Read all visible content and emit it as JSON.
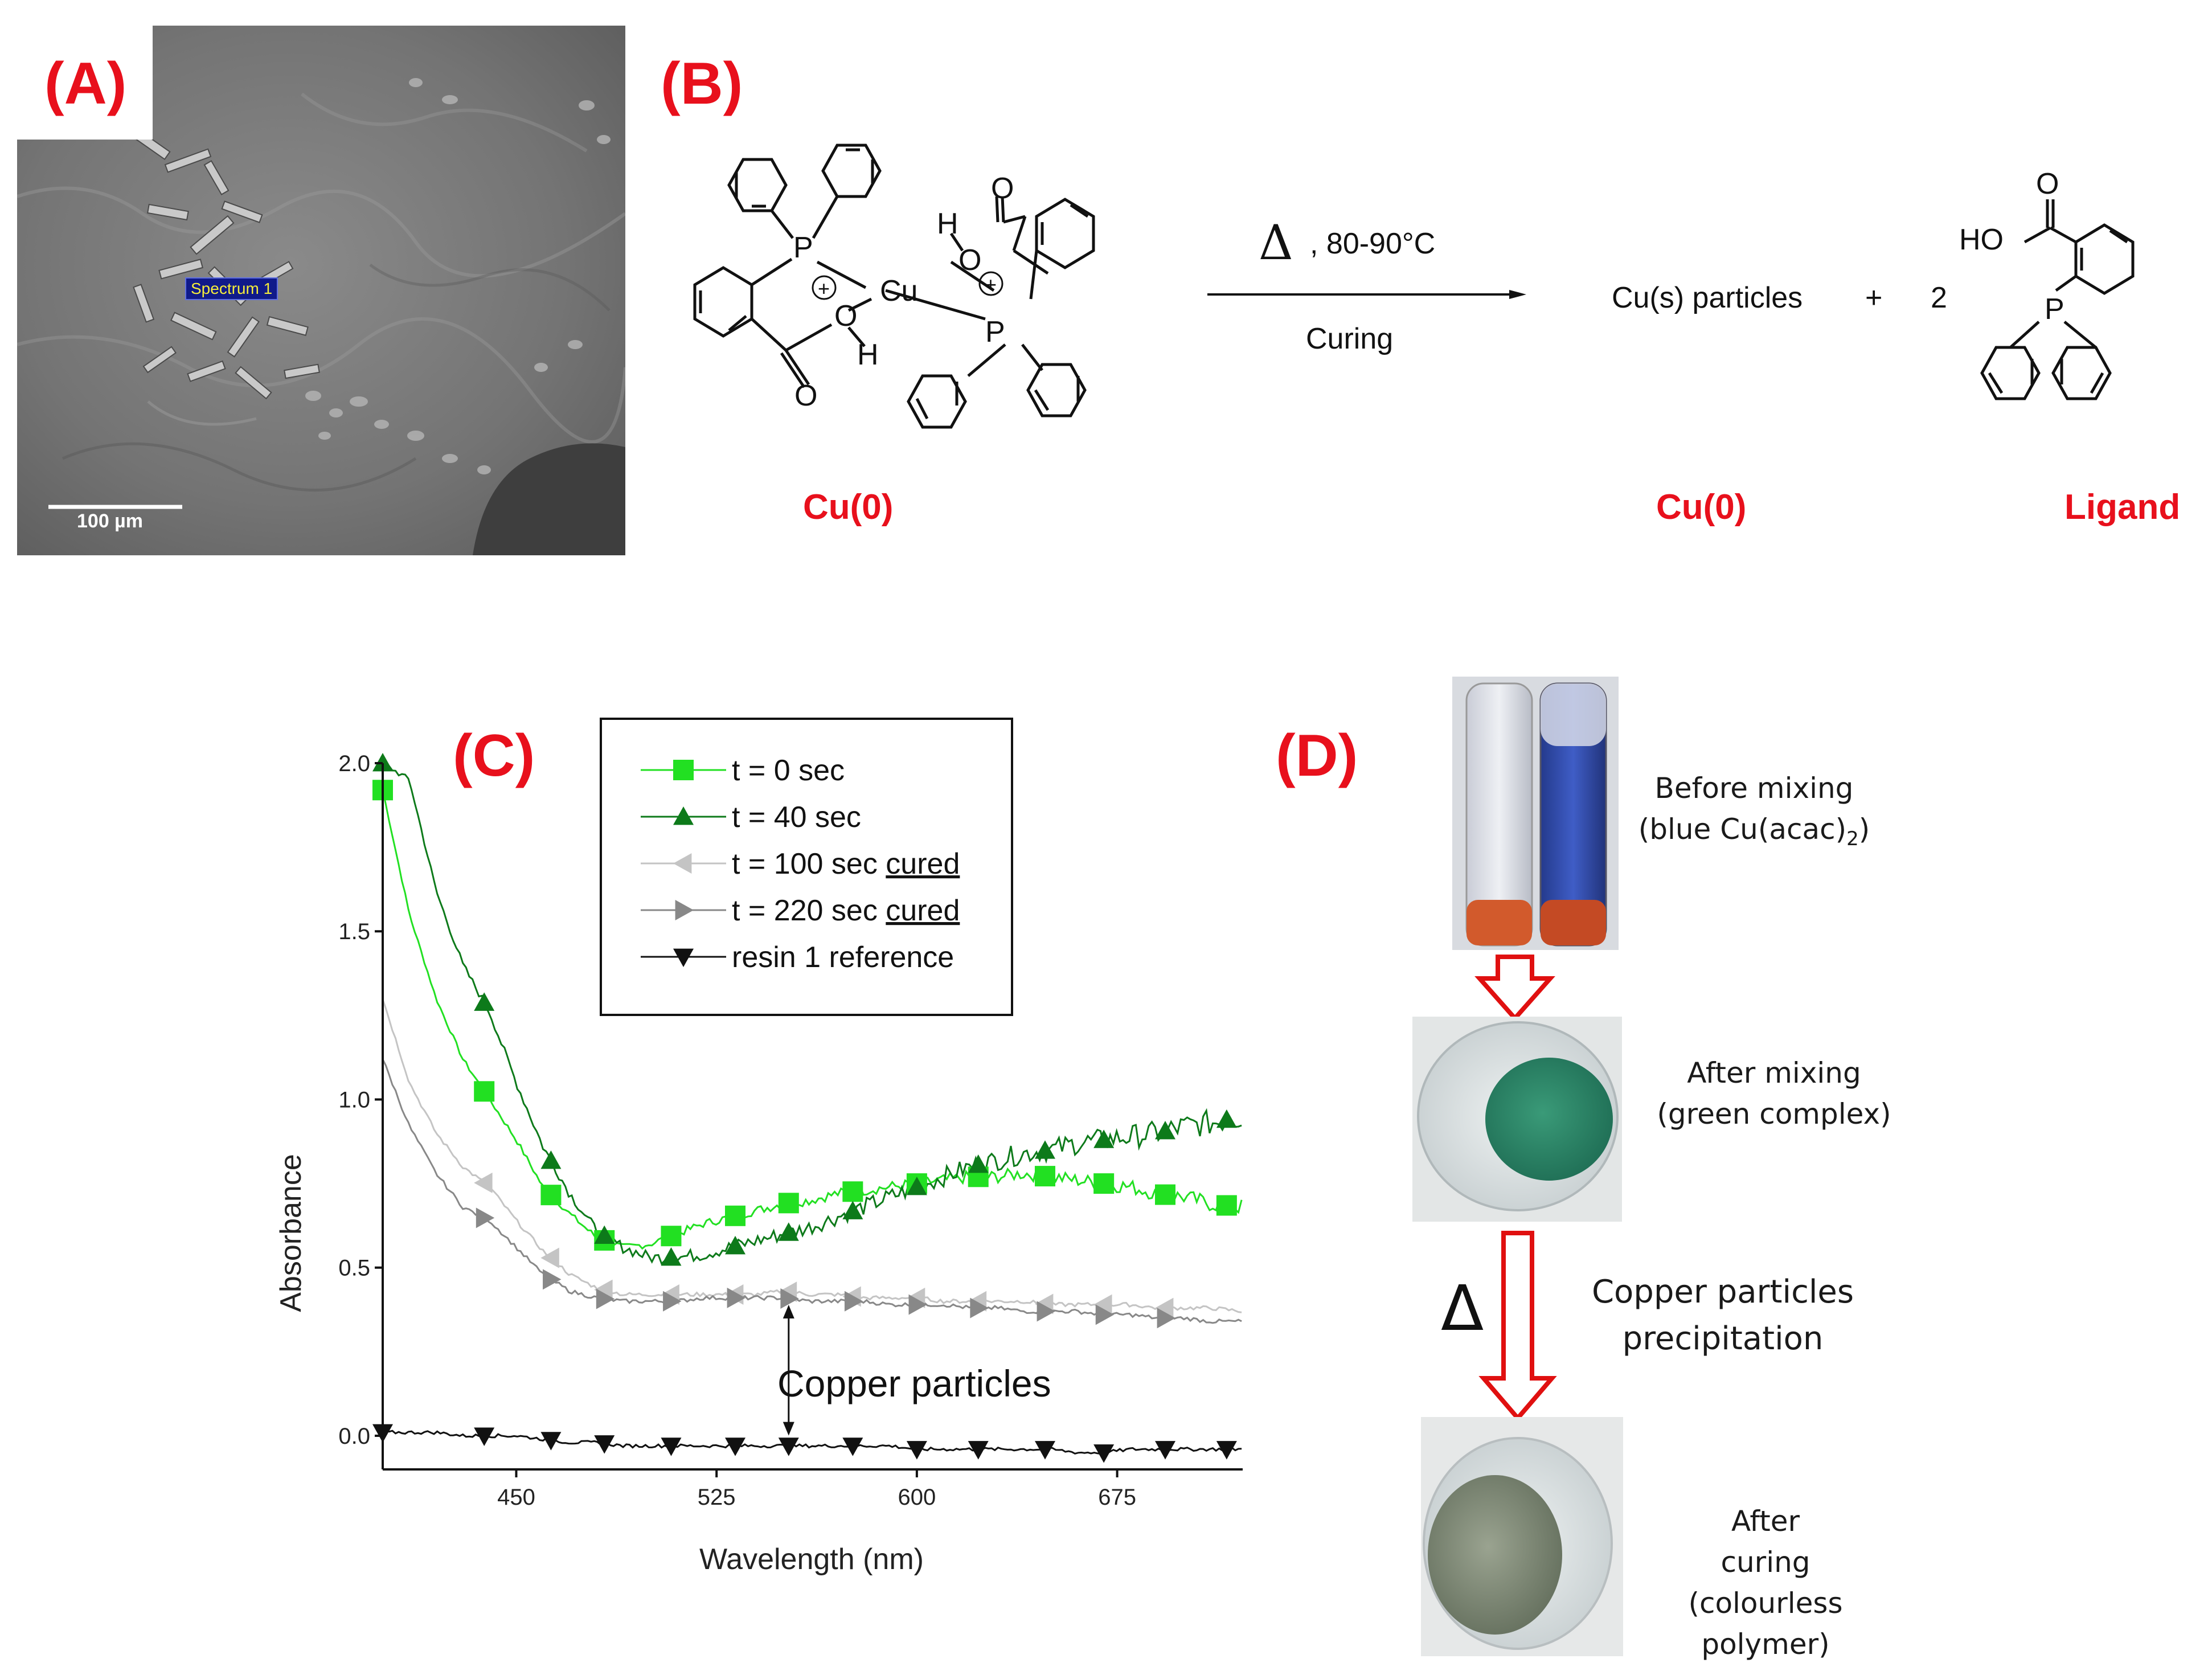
{
  "panels": {
    "a": {
      "label": "(A)",
      "spectrum_label": "Spectrum 1",
      "scale_bar": "100 µm"
    },
    "b": {
      "label": "(B)",
      "condition_symbol": "Δ",
      "condition_temp": ", 80-90°C",
      "condition_text": "Curing",
      "product": "Cu(s) particles",
      "plus": "+",
      "coefficient": "2",
      "reactant_caption": "Cu(0)",
      "product_caption": "Cu(0)",
      "ligand_caption": "Ligand",
      "atoms": {
        "P": "P",
        "Cu": "Cu",
        "O": "O",
        "H": "H",
        "HO": "HO",
        "plus_charge": "+"
      }
    },
    "c": {
      "label": "(C)",
      "annotation": "Copper particles",
      "legend": [
        {
          "text": "t = 0 sec",
          "suffix": ""
        },
        {
          "text": "t = 40 sec",
          "suffix": ""
        },
        {
          "text": "t = 100 sec ",
          "suffix": "cured"
        },
        {
          "text": "t = 220 sec ",
          "suffix": "cured"
        },
        {
          "text": "resin 1 reference",
          "suffix": ""
        }
      ]
    },
    "d": {
      "label": "(D)",
      "step1_line1": "Before mixing",
      "step1_line2_pre": "(blue Cu(acac)",
      "step1_line2_sub": "2",
      "step1_line2_post": ")",
      "step2_line1": "After mixing",
      "step2_line2": "(green complex)",
      "heat_symbol": "Δ",
      "step3_line1": "Copper particles",
      "step3_line2": "precipitation",
      "step4_line1": "After",
      "step4_line2": "curing",
      "step4_line3": "(colourless",
      "step4_line4": "polymer)"
    }
  },
  "chart_data": {
    "type": "line",
    "xlabel": "Wavelength (nm)",
    "ylabel": "Absorbance",
    "xlim": [
      400,
      722
    ],
    "ylim": [
      -0.1,
      2.0
    ],
    "xticks": [
      450,
      525,
      600,
      675
    ],
    "yticks": [
      0.0,
      0.5,
      1.0,
      1.5,
      2.0
    ],
    "xtick_labels": [
      "450",
      "525",
      "600",
      "675"
    ],
    "ytick_labels": [
      "0.0",
      "0.5",
      "1.0",
      "1.5",
      "2.0"
    ],
    "legend_position": "top",
    "series": [
      {
        "name": "t = 0 sec",
        "color": "#22e022",
        "marker": "square",
        "x": [
          400,
          410,
          420,
          430,
          440,
          450,
          460,
          470,
          480,
          490,
          500,
          510,
          520,
          530,
          540,
          550,
          560,
          570,
          580,
          590,
          600,
          610,
          620,
          630,
          640,
          650,
          660,
          670,
          680,
          690,
          700,
          710,
          722
        ],
        "y": [
          1.92,
          1.55,
          1.3,
          1.12,
          1.0,
          0.88,
          0.74,
          0.66,
          0.59,
          0.56,
          0.57,
          0.6,
          0.63,
          0.65,
          0.67,
          0.69,
          0.7,
          0.72,
          0.73,
          0.74,
          0.75,
          0.76,
          0.77,
          0.77,
          0.78,
          0.77,
          0.76,
          0.75,
          0.74,
          0.72,
          0.71,
          0.69,
          0.68
        ]
      },
      {
        "name": "t = 40 sec",
        "color": "#0d7a1a",
        "marker": "triangle-up",
        "x": [
          400,
          410,
          420,
          430,
          440,
          450,
          460,
          470,
          480,
          490,
          500,
          510,
          520,
          530,
          540,
          550,
          560,
          570,
          580,
          590,
          600,
          610,
          620,
          630,
          640,
          650,
          660,
          670,
          680,
          690,
          700,
          710,
          722
        ],
        "y": [
          2.0,
          1.95,
          1.62,
          1.4,
          1.26,
          1.05,
          0.86,
          0.72,
          0.61,
          0.56,
          0.53,
          0.53,
          0.54,
          0.56,
          0.58,
          0.6,
          0.62,
          0.65,
          0.68,
          0.71,
          0.74,
          0.77,
          0.8,
          0.82,
          0.84,
          0.85,
          0.87,
          0.88,
          0.89,
          0.9,
          0.92,
          0.93,
          0.95
        ]
      },
      {
        "name": "t = 100 sec cured",
        "color": "#c4c4c4",
        "marker": "triangle-left",
        "x": [
          400,
          410,
          420,
          430,
          440,
          450,
          460,
          470,
          480,
          490,
          500,
          510,
          520,
          530,
          540,
          550,
          560,
          570,
          580,
          590,
          600,
          610,
          620,
          630,
          640,
          650,
          660,
          670,
          680,
          690,
          700,
          710,
          722
        ],
        "y": [
          1.3,
          1.05,
          0.9,
          0.8,
          0.74,
          0.64,
          0.55,
          0.48,
          0.44,
          0.42,
          0.42,
          0.42,
          0.42,
          0.42,
          0.42,
          0.43,
          0.42,
          0.42,
          0.41,
          0.41,
          0.41,
          0.4,
          0.4,
          0.4,
          0.4,
          0.39,
          0.39,
          0.39,
          0.39,
          0.38,
          0.38,
          0.38,
          0.37
        ]
      },
      {
        "name": "t = 220 sec cured",
        "color": "#888888",
        "marker": "triangle-right",
        "x": [
          400,
          410,
          420,
          430,
          440,
          450,
          460,
          470,
          480,
          490,
          500,
          510,
          520,
          530,
          540,
          550,
          560,
          570,
          580,
          590,
          600,
          610,
          620,
          630,
          640,
          650,
          660,
          670,
          680,
          690,
          700,
          710,
          722
        ],
        "y": [
          1.12,
          0.92,
          0.78,
          0.68,
          0.64,
          0.56,
          0.48,
          0.43,
          0.41,
          0.4,
          0.4,
          0.4,
          0.41,
          0.41,
          0.41,
          0.41,
          0.4,
          0.4,
          0.4,
          0.39,
          0.39,
          0.39,
          0.38,
          0.38,
          0.37,
          0.37,
          0.37,
          0.36,
          0.36,
          0.35,
          0.35,
          0.34,
          0.34
        ]
      },
      {
        "name": "resin 1 reference",
        "color": "#111111",
        "marker": "triangle-down",
        "x": [
          400,
          410,
          420,
          430,
          440,
          450,
          460,
          470,
          480,
          490,
          500,
          510,
          520,
          530,
          540,
          550,
          560,
          570,
          580,
          590,
          600,
          610,
          620,
          630,
          640,
          650,
          660,
          670,
          680,
          690,
          700,
          710,
          722
        ],
        "y": [
          0.01,
          0.01,
          0.01,
          0.0,
          0.0,
          0.0,
          -0.01,
          -0.02,
          -0.02,
          -0.03,
          -0.03,
          -0.03,
          -0.03,
          -0.03,
          -0.03,
          -0.03,
          -0.03,
          -0.03,
          -0.03,
          -0.03,
          -0.04,
          -0.04,
          -0.04,
          -0.04,
          -0.04,
          -0.04,
          -0.05,
          -0.05,
          -0.04,
          -0.04,
          -0.04,
          -0.04,
          -0.04
        ]
      }
    ],
    "markers": [
      {
        "x": [
          400,
          438,
          463,
          483,
          508,
          532,
          552,
          576,
          600,
          623,
          648,
          670,
          693,
          716
        ]
      },
      {
        "x": [
          400,
          438,
          463,
          483,
          508,
          532,
          552,
          576,
          600,
          623,
          648,
          670,
          693,
          716
        ]
      },
      {
        "x": [
          438,
          463,
          483,
          508,
          532,
          552,
          576,
          600,
          623,
          648,
          670,
          693
        ]
      },
      {
        "x": [
          438,
          463,
          483,
          508,
          532,
          552,
          576,
          600,
          623,
          648,
          670,
          693
        ]
      },
      {
        "x": [
          400,
          438,
          463,
          483,
          508,
          532,
          552,
          576,
          600,
          623,
          648,
          670,
          693,
          716
        ]
      }
    ],
    "arrow": {
      "x": 552,
      "y_top": 0.42,
      "y_bottom": -0.03
    }
  }
}
